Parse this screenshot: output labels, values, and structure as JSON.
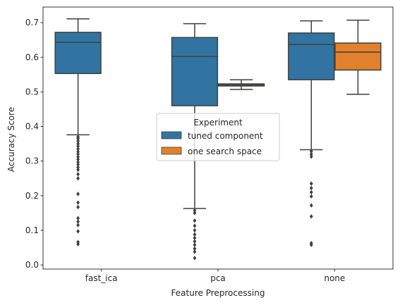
{
  "chart_data": {
    "type": "box",
    "title": "",
    "xlabel": "Feature Preprocessing",
    "ylabel": "Accuracy Score",
    "categories": [
      "fast_ica",
      "pca",
      "none"
    ],
    "ylim": [
      -0.012,
      0.745
    ],
    "yticks": [
      0.0,
      0.1,
      0.2,
      0.3,
      0.4,
      0.5,
      0.6,
      0.7
    ],
    "ytick_labels": [
      "0.0",
      "0.1",
      "0.2",
      "0.3",
      "0.4",
      "0.5",
      "0.6",
      "0.7"
    ],
    "grid": false,
    "legend": {
      "title": "Experiment",
      "placement": "center"
    },
    "series": [
      {
        "name": "tuned component",
        "color": "#3274a1",
        "boxes": [
          {
            "category": "fast_ica",
            "q1": 0.553,
            "median": 0.643,
            "q3": 0.672,
            "whisker_low": 0.376,
            "whisker_high": 0.711,
            "outliers": [
              0.37,
              0.365,
              0.358,
              0.35,
              0.343,
              0.335,
              0.327,
              0.32,
              0.312,
              0.305,
              0.297,
              0.29,
              0.282,
              0.275,
              0.262,
              0.25,
              0.205,
              0.18,
              0.167,
              0.135,
              0.125,
              0.115,
              0.097,
              0.066,
              0.06
            ]
          },
          {
            "category": "pca",
            "q1": 0.46,
            "median": 0.602,
            "q3": 0.657,
            "whisker_low": 0.163,
            "whisker_high": 0.697,
            "outliers": [
              0.157,
              0.15,
              0.128,
              0.113,
              0.1,
              0.088,
              0.078,
              0.068,
              0.058,
              0.047,
              0.038,
              0.02
            ]
          },
          {
            "category": "none",
            "q1": 0.535,
            "median": 0.637,
            "q3": 0.67,
            "whisker_low": 0.333,
            "whisker_high": 0.705,
            "outliers": [
              0.328,
              0.32,
              0.313,
              0.235,
              0.222,
              0.21,
              0.198,
              0.172,
              0.14,
              0.063,
              0.058
            ]
          }
        ]
      },
      {
        "name": "one search space",
        "color": "#e1812c",
        "boxes": [
          {
            "category": "pca",
            "q1": 0.517,
            "median": 0.52,
            "q3": 0.523,
            "whisker_low": 0.507,
            "whisker_high": 0.535,
            "outliers": []
          },
          {
            "category": "none",
            "q1": 0.563,
            "median": 0.615,
            "q3": 0.641,
            "whisker_low": 0.493,
            "whisker_high": 0.707,
            "outliers": []
          }
        ]
      }
    ]
  }
}
